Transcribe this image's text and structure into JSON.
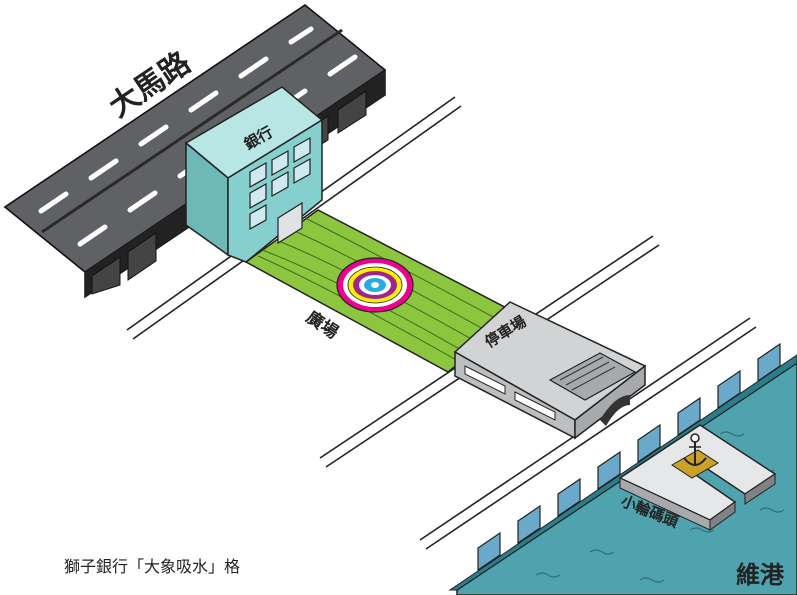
{
  "labels": {
    "main_road": "大馬路",
    "bank": "銀行",
    "plaza": "廣場",
    "car_park": "停車場",
    "pier": "小輪碼頭",
    "harbour": "維港"
  },
  "caption": "獅子銀行「大象吸水」格",
  "icons": [
    "anchor-icon"
  ],
  "colors": {
    "road": "#58595b",
    "bank_front": "#6fb8b8",
    "bank_side": "#86cfcf",
    "bank_roof": "#b8e6e4",
    "plaza": "#8cc63f",
    "car_park": "#bcbec0",
    "harbour": "#4fa3ae",
    "pier_wall": "#2a7e8c"
  }
}
